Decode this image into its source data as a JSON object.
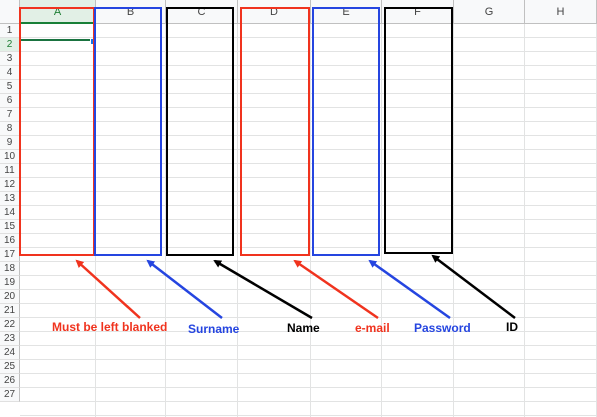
{
  "columns": [
    "A",
    "B",
    "C",
    "D",
    "E",
    "F",
    "G",
    "H"
  ],
  "rows": [
    "1",
    "2",
    "3",
    "4",
    "5",
    "6",
    "7",
    "8",
    "9",
    "10",
    "11",
    "12",
    "13",
    "14",
    "15",
    "16",
    "17",
    "18",
    "19",
    "20",
    "21",
    "22",
    "23",
    "24",
    "25",
    "26",
    "27"
  ],
  "active_cell": "A2",
  "labels": {
    "a": "Must be left blanked",
    "b": "Surname",
    "c": "Name",
    "d": "e-mail",
    "e": "Password",
    "f": "ID"
  },
  "colors": {
    "red": "#f0331e",
    "blue": "#2545e0",
    "black": "#000000",
    "header_bg": "#f8f9fa",
    "selected_header": "#188038"
  }
}
